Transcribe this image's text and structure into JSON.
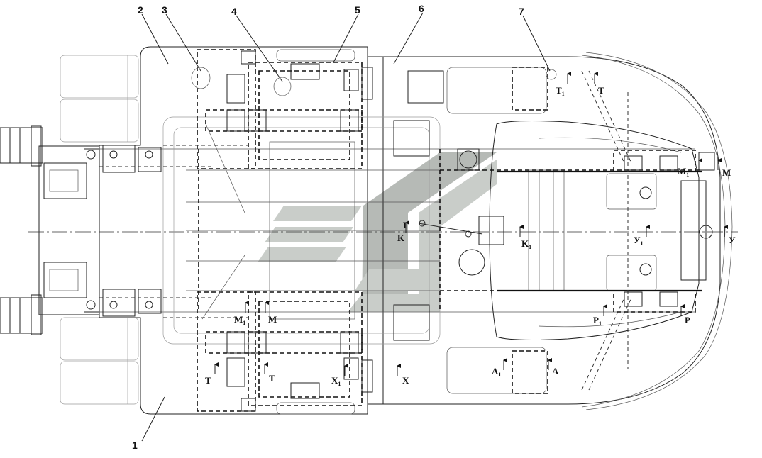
{
  "callouts": {
    "n1": "1",
    "n2": "2",
    "n3": "3",
    "n4": "4",
    "n5": "5",
    "n6": "6",
    "n7": "7"
  },
  "sections": {
    "T1": {
      "main": "T",
      "sub": "1"
    },
    "T": {
      "main": "T",
      "sub": ""
    },
    "M1": {
      "main": "M",
      "sub": "1"
    },
    "M": {
      "main": "M",
      "sub": ""
    },
    "K": {
      "main": "K",
      "sub": ""
    },
    "K1": {
      "main": "K",
      "sub": "1"
    },
    "Y1": {
      "main": "У",
      "sub": "1"
    },
    "Y": {
      "main": "У",
      "sub": ""
    },
    "P1": {
      "main": "P",
      "sub": "1"
    },
    "P": {
      "main": "P",
      "sub": ""
    },
    "A1": {
      "main": "A",
      "sub": "1"
    },
    "A": {
      "main": "A",
      "sub": ""
    },
    "X1": {
      "main": "X",
      "sub": "1"
    },
    "X": {
      "main": "X",
      "sub": ""
    },
    "M1L": {
      "main": "M",
      "sub": "1"
    },
    "ML": {
      "main": "M",
      "sub": ""
    },
    "TL1": {
      "main": "T",
      "sub": ""
    },
    "TL2": {
      "main": "T",
      "sub": ""
    },
    "G": {
      "main": "Г",
      "sub": ""
    }
  },
  "colors": {
    "watermark": "#c9cdc9",
    "line": "#222222"
  }
}
